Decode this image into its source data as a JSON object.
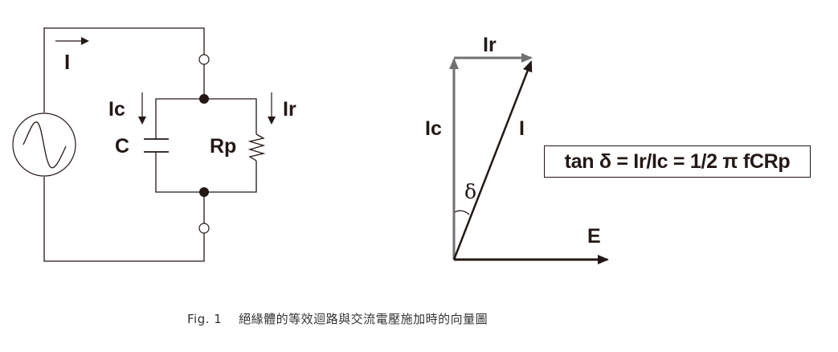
{
  "figure": {
    "caption": "Fig. 1　 絕緣體的等效迴路與交流電壓施加時的向量圖"
  },
  "circuit": {
    "source_type": "ac-voltage-source",
    "labels": {
      "total_current": "I",
      "capacitor_current": "Ic",
      "resistor_current": "Ir",
      "capacitor": "C",
      "resistor": "Rp"
    }
  },
  "vector_diagram": {
    "labels": {
      "resistive_current": "Ir",
      "capacitive_current": "Ic",
      "total_current": "I",
      "voltage": "E",
      "loss_angle": "δ"
    },
    "formula": "tan δ = Ir/Ic = 1/2 π fCRp"
  },
  "colors": {
    "line": "#231815",
    "gray_vector": "#727171"
  }
}
